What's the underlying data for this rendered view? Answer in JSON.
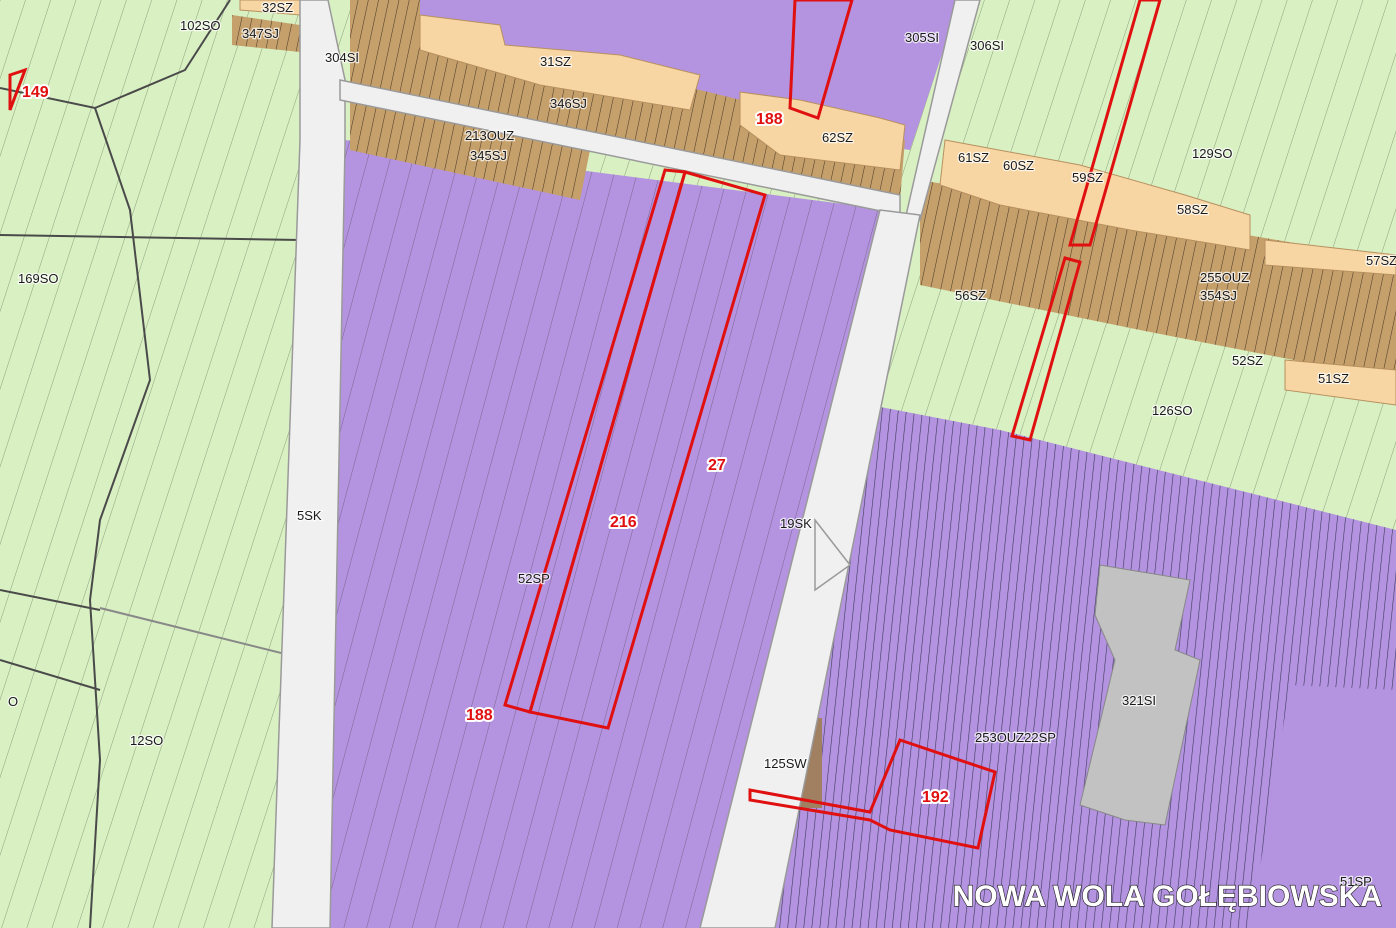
{
  "map": {
    "place_name": "NOWA WOLA GOŁĘBIOWSKA",
    "colors": {
      "agricultural_green": "#d8f0c2",
      "service_purple": "#b493e0",
      "residential_beige": "#f7d6a4",
      "hatched_brown": "#c6a06a",
      "road_gray": "#f0f0f0",
      "building_gray": "#c2c2c2",
      "selected_parcel_red": "#e01010",
      "parcel_line": "#5a5a5a"
    },
    "zone_labels": {
      "z102SO": "102SO",
      "z32SZ": "32SZ",
      "z347SJ": "347SJ",
      "z304SI": "304SI",
      "z31SZ": "31SZ",
      "z346SJ": "346SJ",
      "z213OUZ": "213OUZ",
      "z345SJ": "345SJ",
      "z62SZ": "62SZ",
      "z305SI": "305SI",
      "z306SI": "306SI",
      "z129SO": "129SO",
      "z61SZ": "61SZ",
      "z60SZ": "60SZ",
      "z59SZ": "59SZ",
      "z58SZ": "58SZ",
      "z57SZ": "57SZ",
      "z255OUZ": "255OUZ",
      "z354SJ": "354SJ",
      "z56SZ": "56SZ",
      "z52SZ": "52SZ",
      "z51SZ": "51SZ",
      "z126SO": "126SO",
      "z169SO": "169SO",
      "z5SK": "5SK",
      "z52SP": "52SP",
      "z19SK": "19SK",
      "zO": "O",
      "z12SO": "12SO",
      "z125SW": "125SW",
      "z253OUZ22SP": "253OUZ22SP",
      "z321SI": "321SI",
      "z51SP": "51SP"
    },
    "parcel_labels": {
      "p149": "149",
      "p188_top": "188",
      "p27": "27",
      "p216": "216",
      "p188_bottom": "188",
      "p192": "192"
    }
  }
}
